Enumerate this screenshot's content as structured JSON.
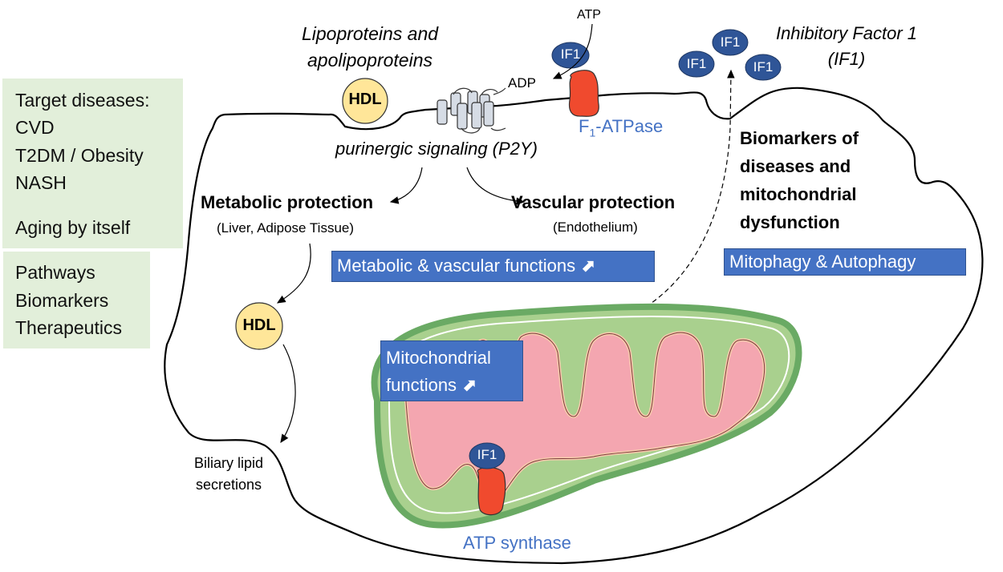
{
  "sidebar": {
    "target_box": {
      "heading": "Target diseases:",
      "diseases": [
        "CVD",
        "T2DM / Obesity",
        "NASH"
      ],
      "aging": "Aging by itself"
    },
    "topics_box": {
      "items": [
        "Pathways",
        "Biomarkers",
        "Therapeutics"
      ]
    }
  },
  "labels": {
    "lipoproteins_line1": "Lipoproteins and",
    "lipoproteins_line2": "apolipoproteins",
    "hdl_membrane": "HDL",
    "hdl_inner": "HDL",
    "atp": "ATP",
    "adp": "ADP",
    "if1_membrane": "IF1",
    "f1_atpase_main": "F",
    "f1_atpase_sub": "1",
    "f1_atpase_rest": "-ATPase",
    "purinergic": "purinergic signaling (P2Y)",
    "metabolic_protection": "Metabolic protection",
    "metabolic_sub": "(Liver, Adipose Tissue)",
    "vascular_protection": "Vascular protection",
    "vascular_sub": "(Endothelium)",
    "metabolic_vascular_box": "Metabolic & vascular functions",
    "if1_free": [
      "IF1",
      "IF1",
      "IF1"
    ],
    "inhibitory_line1": "Inhibitory Factor 1",
    "inhibitory_line2": "(IF1)",
    "biomarkers": [
      "Biomarkers of",
      "diseases and",
      "mitochondrial",
      "dysfunction"
    ],
    "mitophagy_box": "Mitophagy & Autophagy",
    "mito_functions_line1": "Mitochondrial",
    "mito_functions_line2": "functions",
    "if1_mito": "IF1",
    "atp_synthase": "ATP synthase",
    "biliary_line1": "Biliary lipid",
    "biliary_line2": "secretions",
    "increase_arrow": "⬈"
  },
  "colors": {
    "green_box": "#e2efda",
    "blue_box": "#4472c4",
    "blue_text": "#4472c4",
    "hdl_fill": "#ffe699",
    "if1_fill": "#2f5597",
    "atpase_red": "#f04a2e",
    "mito_outer": "#6aaa64",
    "mito_inner_green": "#a9d08e",
    "mito_pink": "#f4a6b0"
  }
}
